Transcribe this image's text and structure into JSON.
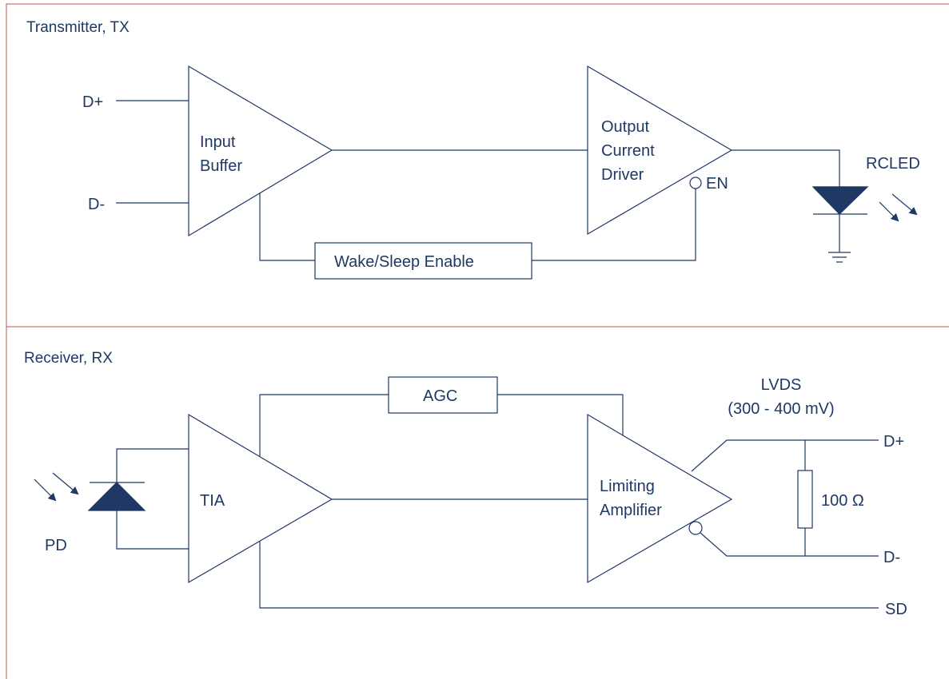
{
  "tx": {
    "title": "Transmitter, TX",
    "input_dp": "D+",
    "input_dm": "D-",
    "input_buffer": [
      "Input",
      "Buffer"
    ],
    "output_driver": [
      "Output",
      "Current",
      "Driver"
    ],
    "enable": "EN",
    "wake_sleep": "Wake/Sleep Enable",
    "rcled": "RCLED"
  },
  "rx": {
    "title": "Receiver, RX",
    "pd": "PD",
    "tia": "TIA",
    "agc": "AGC",
    "limiting_amp": [
      "Limiting",
      "Amplifier"
    ],
    "lvds": [
      "LVDS",
      "(300 - 400 mV)"
    ],
    "resistor": "100 Ω",
    "out_dp": "D+",
    "out_dm": "D-",
    "sd": "SD"
  },
  "colors": {
    "stroke": "#1f3864",
    "frame": "#c0504d"
  }
}
